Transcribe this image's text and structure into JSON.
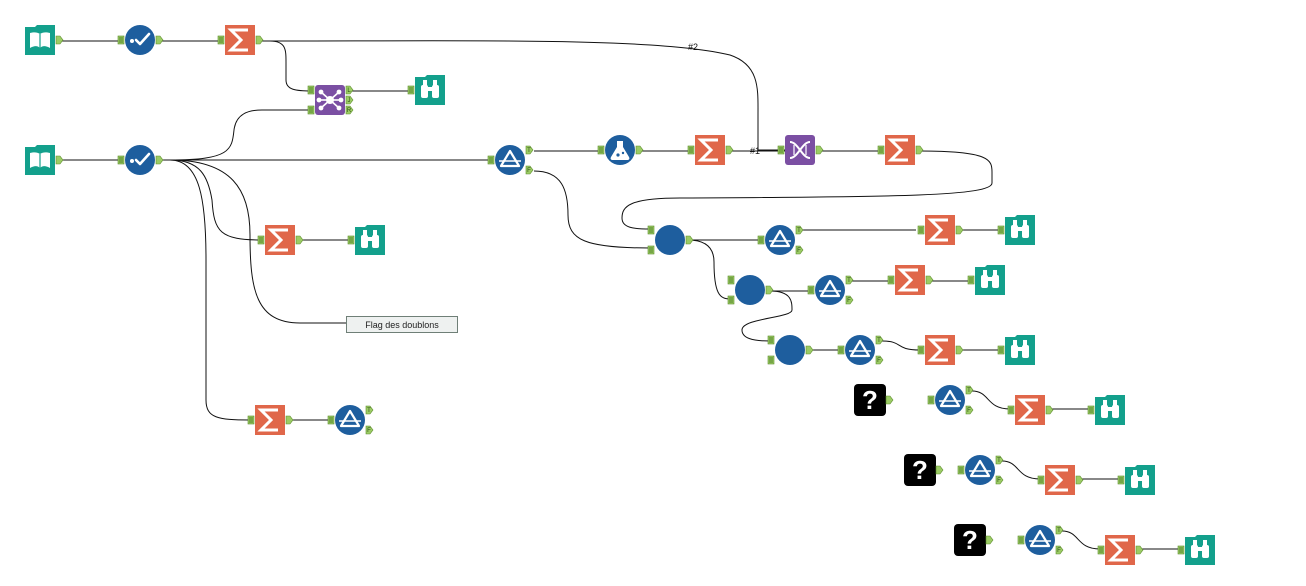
{
  "comment": {
    "text": "Flag des doublons"
  },
  "connection_labels": {
    "label_2": "#2",
    "label_1": "#1"
  },
  "anchor_labels": {
    "true": "T",
    "false": "F",
    "join_left": "L",
    "join_join": "J",
    "join_right": "R"
  },
  "unknown_tool_glyph": "?",
  "colors": {
    "teal": "#13a08c",
    "blue": "#1e5e9e",
    "orange": "#e0674a",
    "purple": "#7b4fa3",
    "black": "#000000",
    "anchor": "#9ccc65",
    "wire": "#111111"
  },
  "tool_icons": {
    "input": "book-icon",
    "select": "checkmark-icon",
    "summarize": "sigma-icon",
    "join": "join-icon",
    "browse": "binoculars-icon",
    "filter": "filter-triangle-icon",
    "formula": "flask-icon",
    "dna": "dna-icon",
    "unknown": "question-icon"
  }
}
